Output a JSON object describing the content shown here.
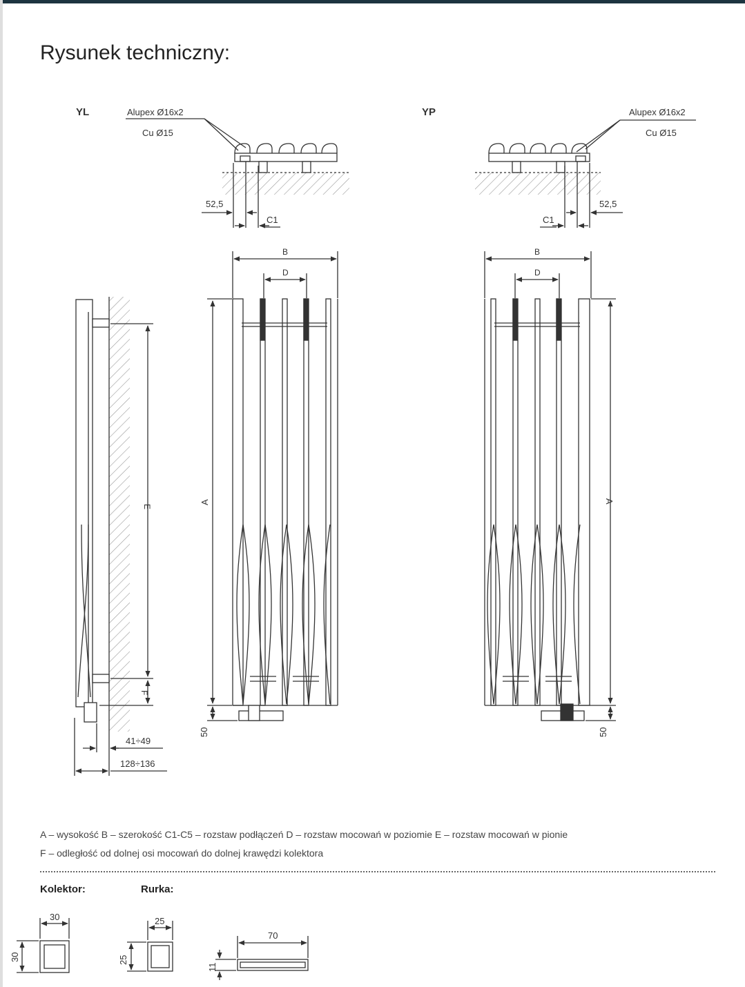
{
  "page_title": "Rysunek techniczny:",
  "variants": {
    "left": {
      "code": "YL",
      "alupex": "Alupex Ø16x2",
      "cu": "Cu Ø15",
      "offset": "52,5",
      "c1": "C1"
    },
    "right": {
      "code": "YP",
      "alupex": "Alupex Ø16x2",
      "cu": "Cu Ø15",
      "offset": "52,5",
      "c1": "C1"
    }
  },
  "dimension_letters": {
    "a": "A",
    "b": "B",
    "d": "D",
    "e": "E",
    "f": "F"
  },
  "side_dimensions": {
    "depth_min": "41÷49",
    "depth_total": "128÷136",
    "bottom_offset": "50"
  },
  "legend": {
    "line1": "A – wysokość   B – szerokość   C1-C5 – rozstaw podłączeń   D – rozstaw mocowań w poziomie   E – rozstaw mocowań w pionie",
    "line2": "F – odległość od dolnej osi mocowań do dolnej krawędzi kolektora"
  },
  "sections": {
    "kolektor": {
      "label": "Kolektor:",
      "width": "30",
      "height": "30"
    },
    "rurka": {
      "label": "Rurka:",
      "square_width": "25",
      "square_height": "25",
      "flat_width": "70",
      "flat_height": "11"
    }
  }
}
